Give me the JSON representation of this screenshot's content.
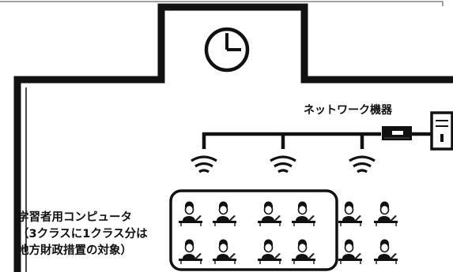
{
  "labels": {
    "network_device": "ネットワーク機器",
    "learner_computers": {
      "line1": "学習者用コンピュータ",
      "line2": "（3クラスに1クラス分は",
      "line3": "地方財政措置の対象）"
    }
  },
  "access_point_count": 3,
  "computer_groups": [
    {
      "rows": 2,
      "cols": 2,
      "highlighted": true
    },
    {
      "rows": 2,
      "cols": 2,
      "highlighted": true
    },
    {
      "rows": 2,
      "cols": 2,
      "highlighted": false
    }
  ],
  "icons": [
    "clock-icon",
    "router-icon",
    "server-icon",
    "wifi-icon",
    "student-icon"
  ],
  "colors": {
    "line": "#111111",
    "background": "#ffffff"
  }
}
